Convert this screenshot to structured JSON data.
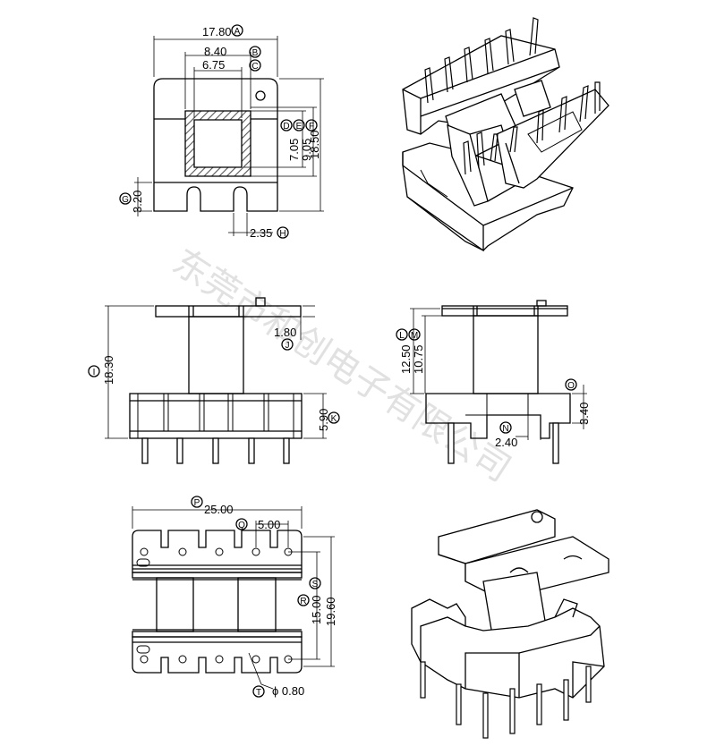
{
  "watermark": "东莞市和创电子有限公司",
  "colors": {
    "line": "#000000",
    "body": "#ffffff",
    "hatch": "#555555",
    "watermark": "#c9c9c9"
  },
  "top_view": {
    "dim_A": "17.80",
    "tag_A": "A",
    "dim_B": "8.40",
    "tag_B": "B",
    "dim_C": "6.75",
    "tag_C": "C",
    "dim_D": "7.05",
    "tag_D": "D",
    "dim_E": "9.05",
    "tag_E": "E",
    "dim_F": "18.50",
    "tag_F": "F",
    "dim_G": "3.20",
    "tag_G": "G",
    "dim_H": "2.35",
    "tag_H": "H"
  },
  "front_view": {
    "dim_I": "18.30",
    "tag_I": "I",
    "dim_J": "1.80",
    "tag_J": "J",
    "dim_K": "5.90",
    "tag_K": "K"
  },
  "side_view": {
    "dim_L": "12.50",
    "tag_L": "L",
    "dim_M": "10.75",
    "tag_M": "M",
    "dim_N": "2.40",
    "tag_N": "N",
    "dim_O": "3.40",
    "tag_O": "O"
  },
  "bottom_view": {
    "dim_P": "25.00",
    "tag_P": "P",
    "dim_Q": "5.00",
    "tag_Q": "Q",
    "dim_R": "15.00",
    "tag_R": "R",
    "dim_S": "19.60",
    "tag_S": "S",
    "dim_T": "ϕ 0.80",
    "tag_T": "T"
  }
}
